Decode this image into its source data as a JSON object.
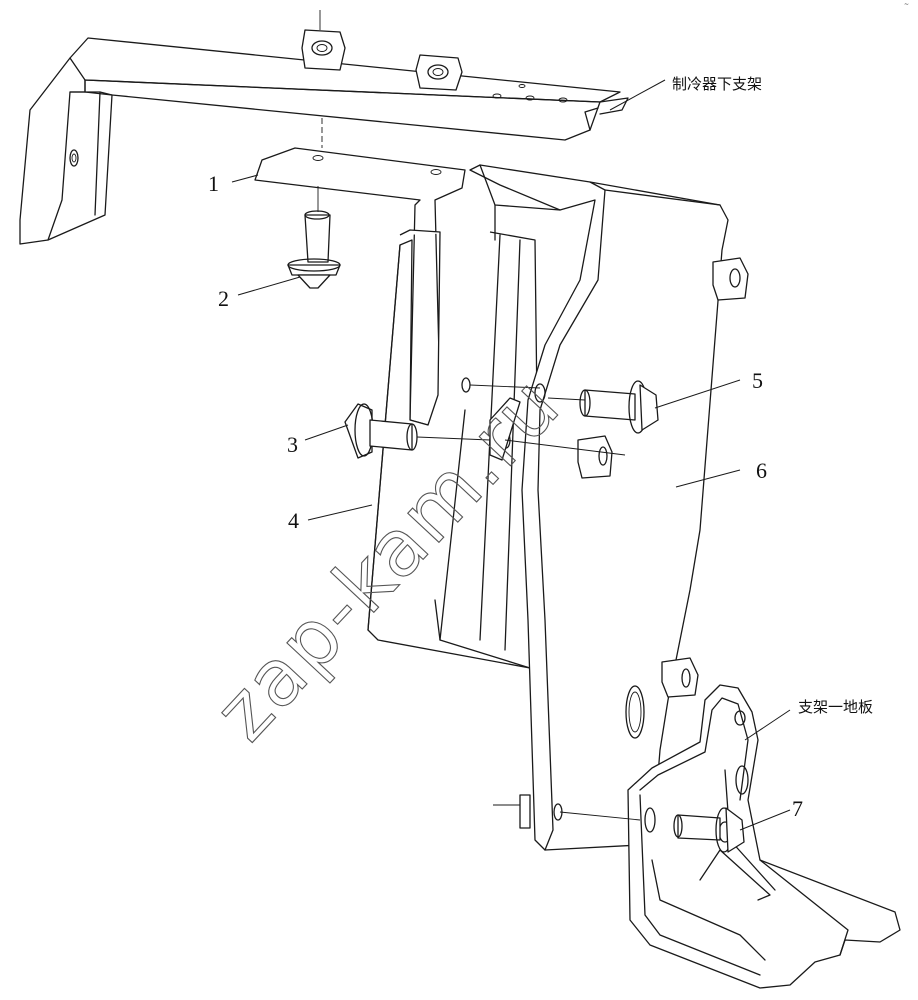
{
  "title_labels": {
    "upper_bracket": "制冷器下支架",
    "floor_bracket": "支架一地板"
  },
  "callouts": [
    "1",
    "2",
    "3",
    "4",
    "5",
    "6",
    "7"
  ],
  "watermark": "zap-kam.ru",
  "corner_mark": "~"
}
